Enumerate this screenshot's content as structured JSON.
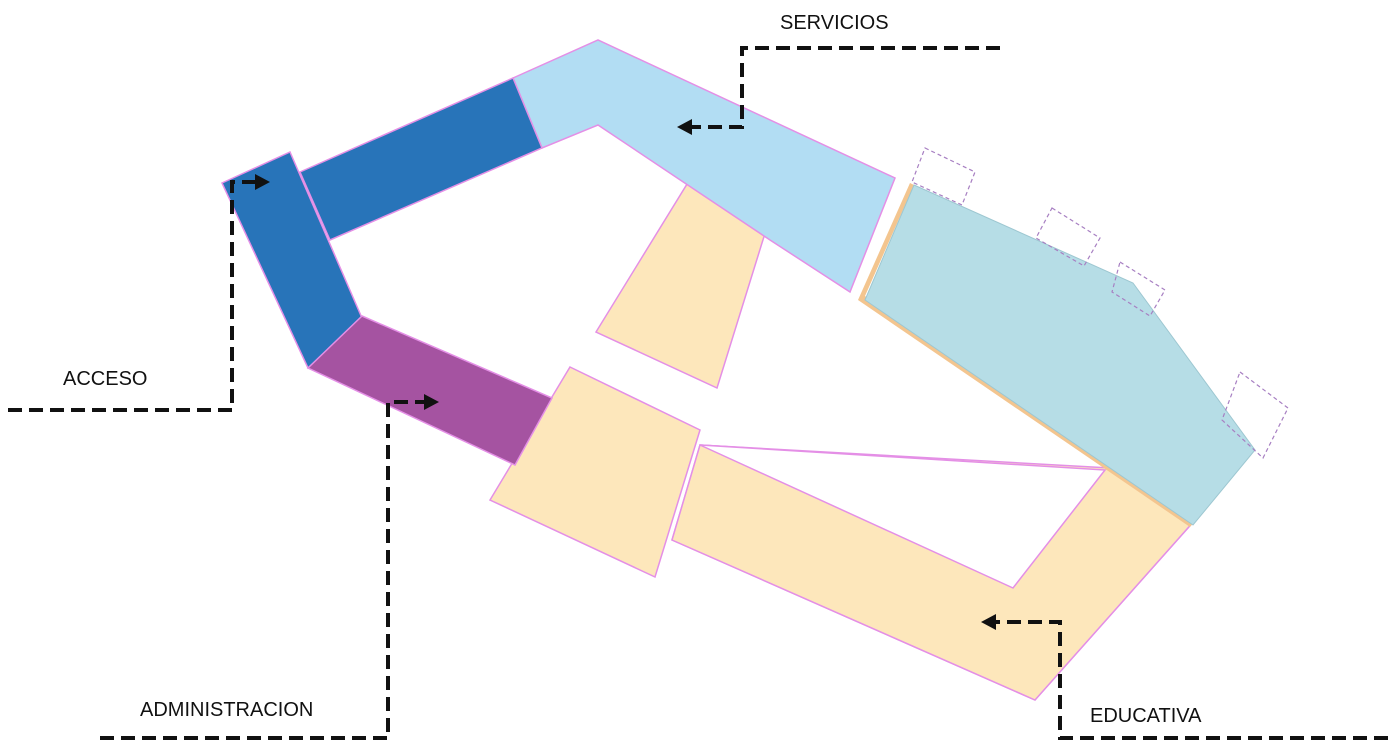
{
  "labels": {
    "servicios": "SERVICIOS",
    "acceso": "ACCESO",
    "administracion": "ADMINISTRACION",
    "educativa": "EDUCATIVA"
  },
  "colors": {
    "acceso": "#2874b9",
    "servicios": "#b2ddf3",
    "administracion": "#a553a1",
    "educativa": "#fde7bb",
    "educativa_block": "#b6dde6",
    "outline": "#e48fe6",
    "leader": "#111111"
  }
}
